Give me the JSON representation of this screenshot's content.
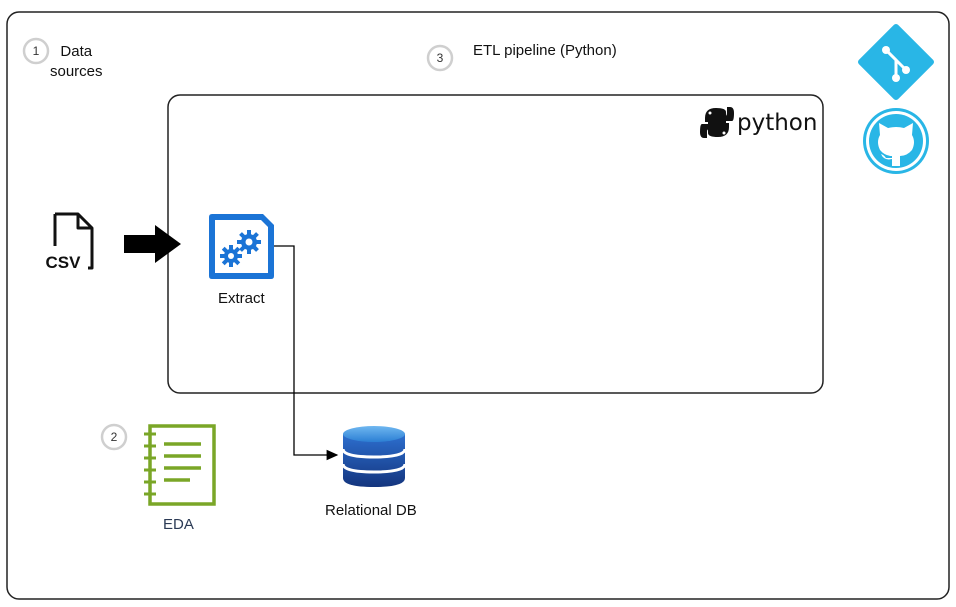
{
  "steps": [
    {
      "number": "1",
      "label_line1": "Data",
      "label_line2": "sources"
    },
    {
      "number": "2"
    },
    {
      "number": "3",
      "label": "ETL pipeline (Python)"
    }
  ],
  "csv_icon": {
    "text": "CSV",
    "icon": "csv-file-icon"
  },
  "python_logo": {
    "text": "python",
    "icon": "python-logo-icon"
  },
  "extract": {
    "label": "Extract",
    "icon": "gears-document-icon",
    "color": "#1b74d6"
  },
  "relational_db": {
    "label": "Relational DB",
    "icon": "database-icon",
    "color": "#1c4fa8"
  },
  "eda": {
    "label": "EDA",
    "icon": "notebook-icon",
    "color": "#7aa627"
  },
  "git_icon": {
    "icon": "git-icon",
    "color": "#29b6e6"
  },
  "github_icon": {
    "icon": "github-icon",
    "color": "#29b6e6"
  }
}
